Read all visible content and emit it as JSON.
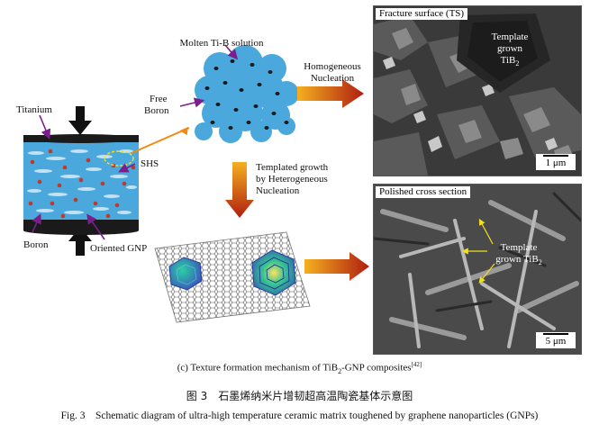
{
  "diagram": {
    "labels": {
      "molten": "Molten Ti-B solution",
      "free_boron_1": "Free",
      "free_boron_2": "Boron",
      "titanium": "Titanium",
      "shs": "SHS",
      "boron": "Boron",
      "oriented_gnp": "Oriented GNP",
      "homogeneous_1": "Homogeneous",
      "homogeneous_2": "Nucleation",
      "templated_1": "Templated growth",
      "templated_2": "by Heterogeneous",
      "templated_3": "Nucleation"
    },
    "micrograph_top": {
      "title": "Fracture surface (TS)",
      "inner_1": "Template",
      "inner_2": "grown",
      "inner_3": "TiB",
      "inner_sub": "2",
      "scale": "1 μm"
    },
    "micrograph_bottom": {
      "title": "Polished cross section",
      "inner_1": "Template",
      "inner_2": "grown TiB",
      "inner_sub": "2",
      "scale": "5 μm"
    },
    "colors": {
      "arrow_dark": "#b01e10",
      "arrow_light": "#f5b020",
      "label_arrow": "#7a1f8a",
      "solution": "#4aa8dc",
      "cylinder": "#1a1a1a"
    }
  },
  "caption": {
    "sub_prefix": "(c) Texture formation mechanism of TiB",
    "sub_sub": "2",
    "sub_suffix": "-GNP composites",
    "sub_ref": "[42]",
    "cn": "图 3　石墨烯纳米片增韧超高温陶瓷基体示意图",
    "en": "Fig. 3　Schematic diagram of ultra-high temperature ceramic matrix toughened by graphene nanoparticles (GNPs)"
  }
}
